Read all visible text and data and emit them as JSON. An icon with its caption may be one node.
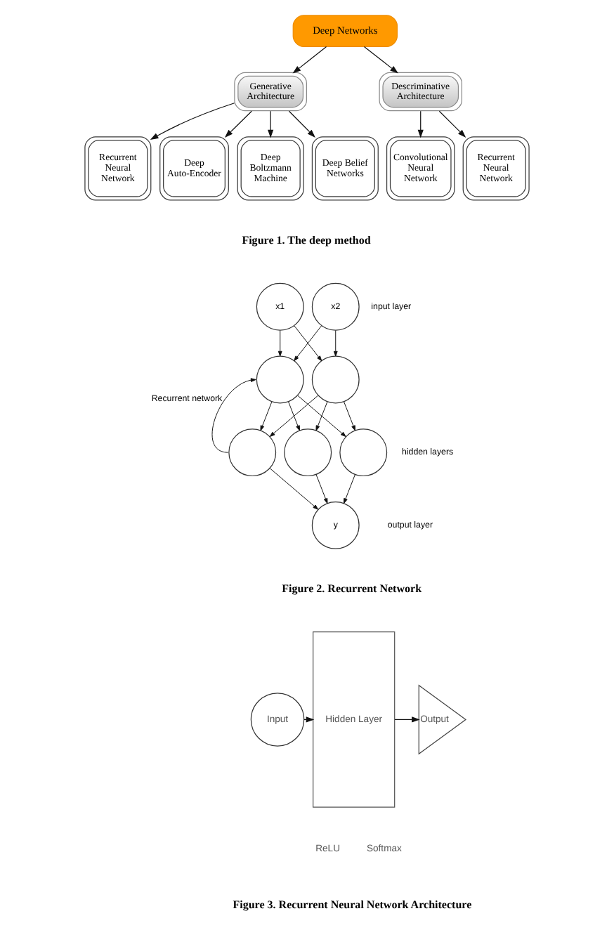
{
  "diagram": {
    "nodes": [
      {
        "text": [
          "Deep Networks"
        ]
      },
      {
        "text": [
          "Generative Architecture"
        ]
      },
      {
        "text": [
          "Descriminative Architecture"
        ]
      },
      {
        "text": [
          "Recurrent Neural Network"
        ]
      },
      {
        "text": [
          "Deep Auto-Encoder"
        ]
      },
      {
        "text": [
          "Deep Boltzmann Machine"
        ]
      },
      {
        "text": [
          "Deep Belief Networks"
        ]
      },
      {
        "text": [
          "Convolutional Neural Network"
        ]
      },
      {
        "text": [
          "Recurrent Neural Network"
        ]
      },
      {
        "text": [
          "x1"
        ]
      },
      {
        "text": [
          "x2"
        ],
        "beside": [
          "input layer"
        ]
      },
      {
        "text": [],
        "shape": "circle"
      },
      {
        "text": [],
        "shape": "circle"
      },
      {
        "text": [],
        "shape": "circle"
      },
      {
        "text": [],
        "shape": "circle"
      },
      {
        "text": [],
        "shape": "circle"
      },
      {
        "text": [
          "y"
        ],
        "beside": [
          "output layer"
        ]
      },
      {
        "text": [
          "Input"
        ]
      },
      {
        "text": [
          "Hidden Layer"
        ]
      },
      {
        "text": [
          "Output"
        ]
      }
    ],
    "edges": [
      {
        "from": 0,
        "to": 1,
        "arrow": "to"
      },
      {
        "from": 0,
        "to": 2,
        "arrow": "to"
      },
      {
        "from": 1,
        "to": 3,
        "arrow": "to"
      },
      {
        "from": 1,
        "to": 4,
        "arrow": "to"
      },
      {
        "from": 1,
        "to": 5,
        "arrow": "to"
      },
      {
        "from": 1,
        "to": 6,
        "arrow": "to"
      },
      {
        "from": 2,
        "to": 7,
        "arrow": "to"
      },
      {
        "from": 2,
        "to": 8,
        "arrow": "to"
      },
      {
        "from": 9,
        "to": 11,
        "arrow": "to"
      },
      {
        "from": 9,
        "to": 12,
        "arrow": "to"
      },
      {
        "from": 10,
        "to": 11,
        "arrow": "to"
      },
      {
        "from": 10,
        "to": 12,
        "arrow": "to"
      },
      {
        "from": 11,
        "to": 13,
        "arrow": "to"
      },
      {
        "from": 11,
        "to": 14,
        "arrow": "to"
      },
      {
        "from": 11,
        "to": 15,
        "arrow": "to"
      },
      {
        "from": 12,
        "to": 13,
        "arrow": "to"
      },
      {
        "from": 12,
        "to": 14,
        "arrow": "to"
      },
      {
        "from": 12,
        "to": 15,
        "arrow": "to"
      },
      {
        "from": 13,
        "to": 16,
        "arrow": "to"
      },
      {
        "from": 14,
        "to": 16,
        "arrow": "to"
      },
      {
        "from": 15,
        "to": 16,
        "arrow": "to"
      },
      {
        "from": 13,
        "to": 11,
        "arrow": "to",
        "label": "Recurrent network"
      },
      {
        "from": 17,
        "to": 18,
        "arrow": "to"
      },
      {
        "from": 18,
        "to": 19,
        "arrow": "to"
      }
    ],
    "labels": [
      "Figure 1. The deep method",
      "hidden layers",
      "Figure 2. Recurrent Network",
      "ReLU",
      "Softmax",
      "Figure 3. Recurrent Neural Network Architecture"
    ]
  }
}
